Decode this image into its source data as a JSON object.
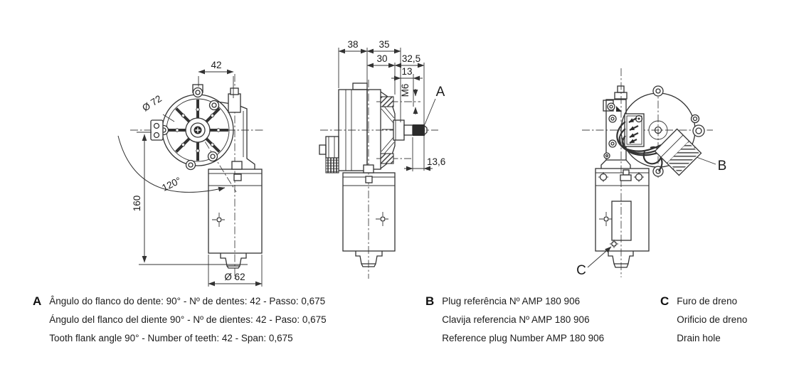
{
  "colors": {
    "line": "#333333",
    "text": "#1b1b1b",
    "background": "#ffffff"
  },
  "drawing": {
    "front_view": {
      "dim_width_top": "42",
      "dim_gear_diameter": "Ø 72",
      "dim_sweep_angle": "120°",
      "dim_height": "160",
      "dim_body_diameter": "Ø 62"
    },
    "side_view": {
      "dim_depth_cover": "38",
      "dim_depth_gearbox": "35",
      "dim_boss_offset": "30",
      "dim_shaft_protrusion": "32,5",
      "dim_shoulder": "13",
      "dim_thread": "M6",
      "dim_thread_length": "13,6",
      "callout_a": "A"
    },
    "rear_view": {
      "callout_b": "B",
      "callout_c": "C"
    }
  },
  "legend": {
    "items": [
      {
        "key": "A",
        "lines": [
          "Ângulo do flanco do dente: 90° - Nº de dentes: 42 - Passo: 0,675",
          "Ángulo del flanco del diente 90° - Nº de dientes: 42 - Paso: 0,675",
          "Tooth flank angle 90° - Number of teeth: 42 - Span: 0,675"
        ]
      },
      {
        "key": "B",
        "lines": [
          "Plug referência Nº AMP 180 906",
          "Clavija referencia Nº AMP 180 906",
          "Reference plug Number AMP 180 906"
        ]
      },
      {
        "key": "C",
        "lines": [
          "Furo de dreno",
          "Orificio de dreno",
          "Drain hole"
        ]
      }
    ]
  }
}
